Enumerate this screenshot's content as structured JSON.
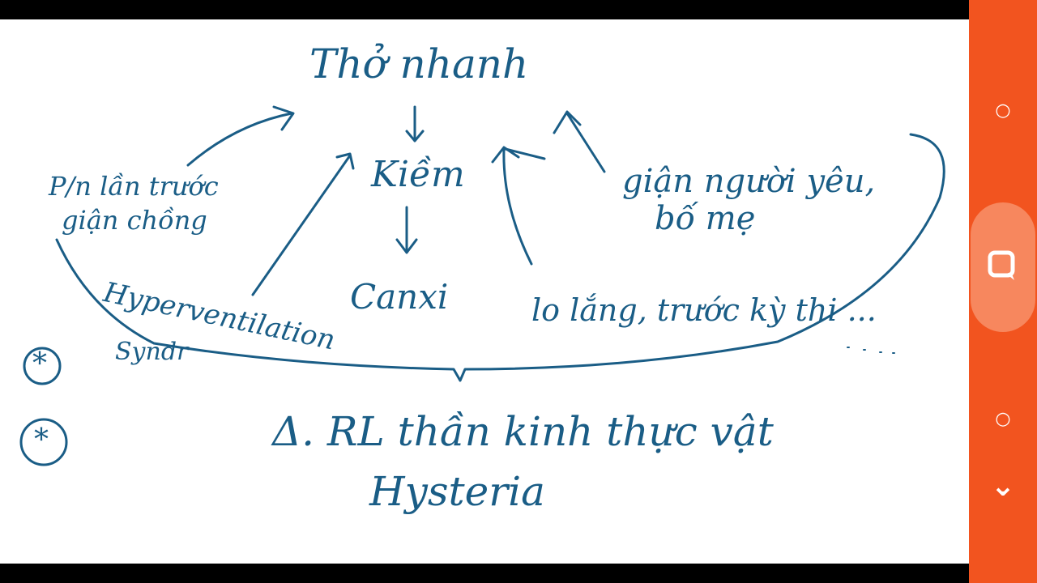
{
  "whiteboard": {
    "title": "Thở nhanh",
    "center_node": "Kiềm",
    "bottom_left_node": "Canxi",
    "left_cause_line1": "P/n lần trước",
    "left_cause_line2": "giận chồng",
    "right_cause_line1": "giận người yêu,",
    "right_cause_line2": "bố mẹ",
    "worry": "lo lắng, trước kỳ thi ...",
    "syndrome_line1": "Hyperventilation",
    "syndrome_line2": "Syndr",
    "diagnosis": "Δ. RL thần kinh thực vật",
    "hysteria": "Hysteria",
    "bullet_symbol": "*"
  },
  "colors": {
    "ink": "#1a5d86",
    "side_panel": "#f2541f",
    "chat_button": "#f7875e"
  },
  "side_panel": {
    "top_dot": "○",
    "bottom_dot": "○",
    "chevron": "⌄"
  }
}
